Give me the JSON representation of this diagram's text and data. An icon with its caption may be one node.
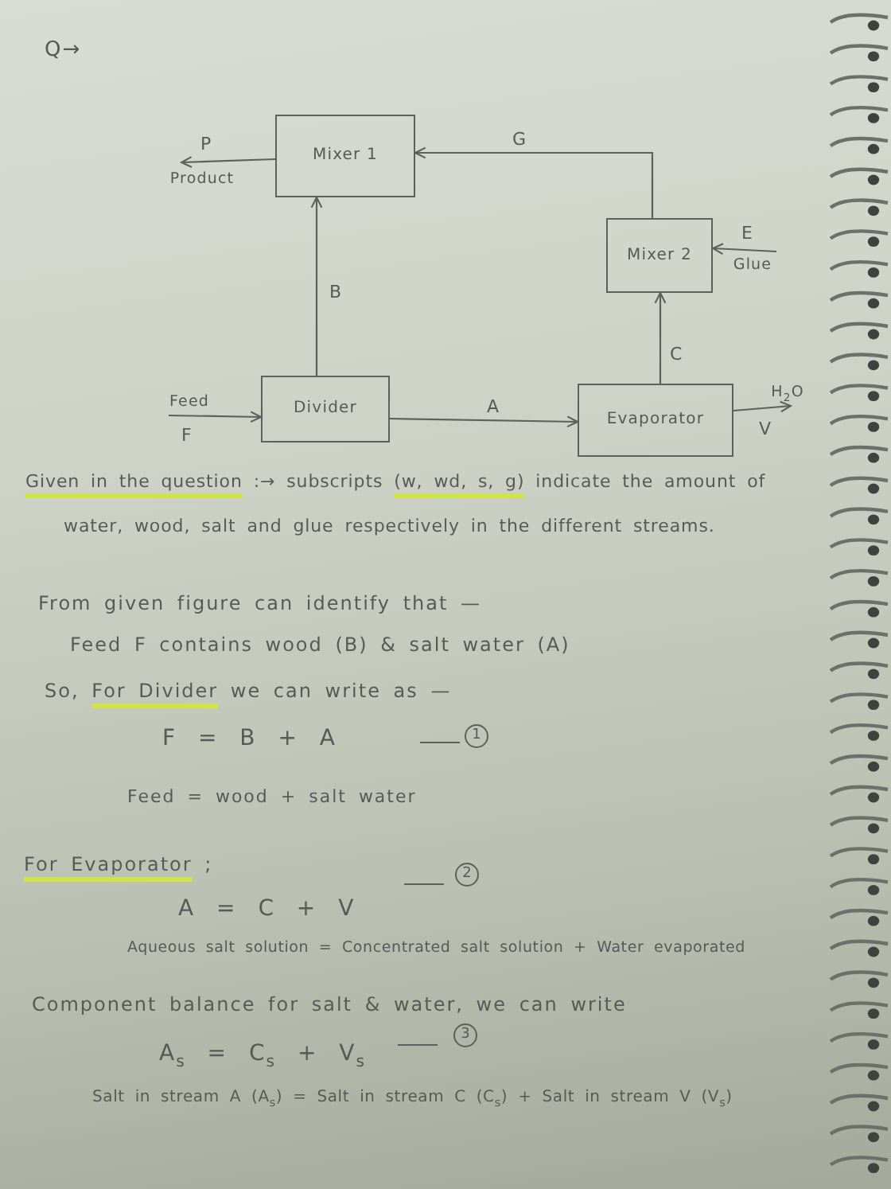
{
  "diagram": {
    "nodes": [
      {
        "text": [
          "Mixer 1"
        ]
      },
      {
        "text": [
          "Mixer 2"
        ]
      },
      {
        "text": [
          "Divider"
        ]
      },
      {
        "text": [
          "Evaporator"
        ]
      },
      {
        "text": [
          "Product"
        ]
      },
      {
        "text": [
          "Glue"
        ]
      },
      {
        "text": [
          "Feed"
        ]
      },
      {
        "text": [
          "H$_{2}$O"
        ]
      }
    ],
    "edges": [
      {
        "from": 0,
        "to": 4,
        "arrow": "to",
        "label": "P"
      },
      {
        "from": 1,
        "to": 0,
        "arrow": "to",
        "label": "G"
      },
      {
        "from": 5,
        "to": 1,
        "arrow": "to",
        "label": "E"
      },
      {
        "from": 2,
        "to": 0,
        "arrow": "to",
        "label": "B"
      },
      {
        "from": 6,
        "to": 2,
        "arrow": "to",
        "label": "F"
      },
      {
        "from": 2,
        "to": 3,
        "arrow": "to",
        "label": "A"
      },
      {
        "from": 3,
        "to": 1,
        "arrow": "to",
        "label": "C"
      },
      {
        "from": 3,
        "to": 7,
        "arrow": "to",
        "label": "V"
      }
    ],
    "labels": [
      "Q→",
      "**Given in the question** :→ subscripts **(w, wd, s, g)** indicate the amount of water, wood, salt and glue respectively in the different streams.",
      "From given figure can identify that —",
      "Feed F contains wood (B) & salt water (A)",
      "So, **For Divider** we can write as —",
      "F = B + A",
      "1",
      "Feed = wood + salt water",
      "**For Evaporator** ;",
      "A = C + V",
      "2",
      "Aqueous salt solution = Concentrated salt solution + Water evaporated",
      "Component balance for salt & water, we can write",
      "A$_{s}$ = C$_{s}$ + V$_{s}$",
      "3",
      "Salt in stream A (A$_{s}$) = Salt in stream C (C$_{s}$) + Salt in stream V (V$_{s}$)"
    ]
  }
}
